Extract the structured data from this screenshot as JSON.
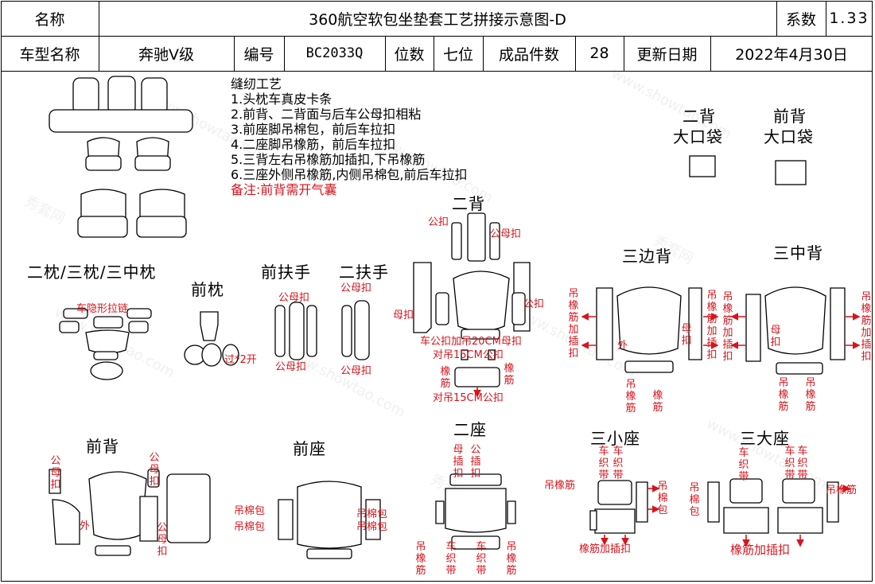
{
  "header": {
    "name_label": "名称",
    "title": "360航空软包坐垫套工艺拼接示意图-D",
    "coef_label": "系数",
    "coef_value": "1.33",
    "model_label": "车型名称",
    "model_value": "奔驰V级",
    "code_label": "编号",
    "code_value": "BC2033Q",
    "seats_label": "位数",
    "seats_value": "七位",
    "pieces_label": "成品件数",
    "pieces_value": "28",
    "date_label": "更新日期",
    "date_value": "2022年4月30日"
  },
  "notes": {
    "title": "缝纫工艺",
    "items": [
      "1.头枕车真皮卡条",
      "2.前背、二背面与后车公母扣相粘",
      "3.前座脚吊棉包，前后车拉扣",
      "4.二座脚吊橡筋，前后车拉扣",
      "5.三背左右吊橡筋加插扣,下吊橡筋",
      "6.三座外侧吊橡筋,内侧吊棉包,前后车拉扣"
    ],
    "remark": "备注:前背需开气囊"
  },
  "pockets": {
    "second": {
      "l1": "二背",
      "l2": "大口袋"
    },
    "front": {
      "l1": "前背",
      "l2": "大口袋"
    }
  },
  "sections": {
    "pillows": "二枕/三枕/三中枕",
    "front_pillow": "前枕",
    "front_armrest": "前扶手",
    "second_armrest": "二扶手",
    "second_back": "二背",
    "third_side_back": "三边背",
    "third_mid_back": "三中背",
    "front_back": "前背",
    "front_seat": "前座",
    "second_seat": "二座",
    "third_small_seat": "三小座",
    "third_big_seat": "三大座"
  },
  "annotations": {
    "pillow_zip": "车隐形拉链",
    "pillow_open": "过*2开",
    "male_female": "公母扣",
    "male": "公扣",
    "female": "母扣",
    "sb_male_female": "公母扣",
    "sb_male": "公扣",
    "sb_female": "母扣",
    "sb_elastic_20": "车公扣加吊20CM母扣",
    "sb_15a": "对吊15CM公扣",
    "sb_15b": "对吊15CM公扣",
    "elastic": "橡筋",
    "elastic_clip": "吊橡筋加插扣",
    "hang_elastic": "吊橡筋",
    "outside": "外",
    "hang_cotton": "吊棉包",
    "insert_clip": "母插扣",
    "male_insert": "公插扣",
    "woven_tape": "车织带",
    "elastic_add_clip": "橡筋加插扣",
    "female_insert": "母插扣"
  },
  "watermark": {
    "site": "www.showtao.com",
    "brand": "秀套网"
  }
}
